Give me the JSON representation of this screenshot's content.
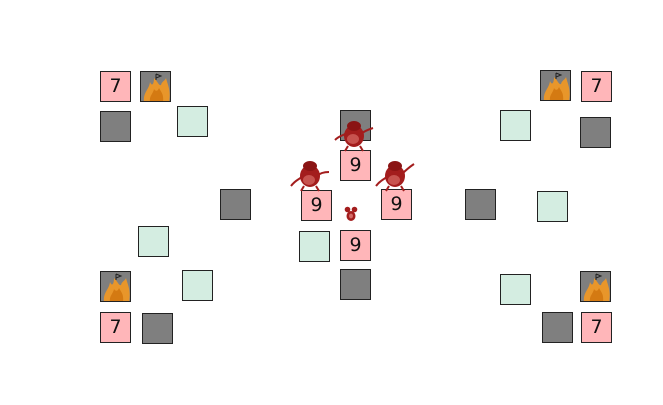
{
  "board": {
    "colors": {
      "wall": "#7f7f7f",
      "floor_marker": "#d4ede1",
      "number_tile": "#ffb6b9",
      "flame": "#e8962a",
      "monster": "#a31d1d"
    },
    "number_tiles": {
      "top_left": "7",
      "top_right": "7",
      "bottom_left": "7",
      "bottom_right": "7",
      "center_top": "9",
      "center_left": "9",
      "center_right": "9",
      "center_bottom": "9"
    },
    "icons": {
      "flame": "flame-icon",
      "monster": "monster-icon",
      "player": "player-icon"
    }
  }
}
